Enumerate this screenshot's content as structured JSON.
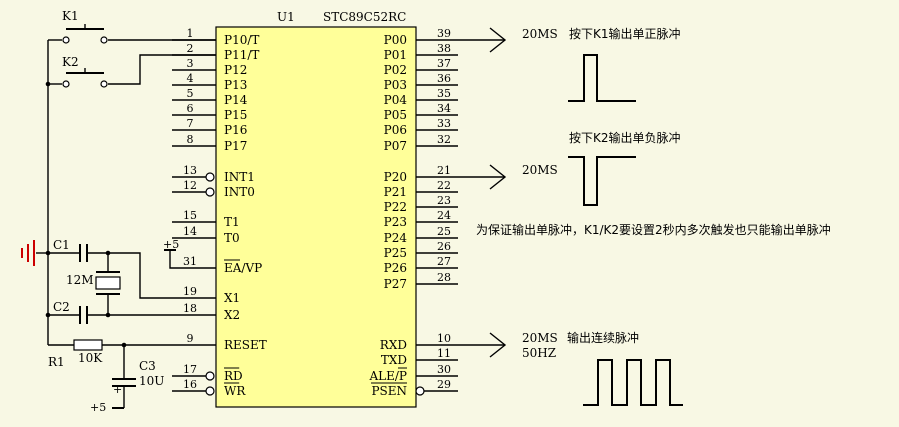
{
  "chip": {
    "ref": "U1",
    "part": "STC89C52RC",
    "left_pins": [
      {
        "num": "1",
        "name": "P10/T"
      },
      {
        "num": "2",
        "name": "P11/T"
      },
      {
        "num": "3",
        "name": "P12"
      },
      {
        "num": "4",
        "name": "P13"
      },
      {
        "num": "5",
        "name": "P14"
      },
      {
        "num": "6",
        "name": "P15"
      },
      {
        "num": "7",
        "name": "P16"
      },
      {
        "num": "8",
        "name": "P17"
      },
      {
        "num": "13",
        "name": "INT1"
      },
      {
        "num": "12",
        "name": "INT0"
      },
      {
        "num": "15",
        "name": "T1"
      },
      {
        "num": "14",
        "name": "T0"
      },
      {
        "num": "31",
        "name": "EA/VP"
      },
      {
        "num": "19",
        "name": "X1"
      },
      {
        "num": "18",
        "name": "X2"
      },
      {
        "num": "9",
        "name": "RESET"
      },
      {
        "num": "17",
        "name": "RD"
      },
      {
        "num": "16",
        "name": "WR"
      }
    ],
    "right_pins": [
      {
        "num": "39",
        "name": "P00"
      },
      {
        "num": "38",
        "name": "P01"
      },
      {
        "num": "37",
        "name": "P02"
      },
      {
        "num": "36",
        "name": "P03"
      },
      {
        "num": "35",
        "name": "P04"
      },
      {
        "num": "34",
        "name": "P05"
      },
      {
        "num": "33",
        "name": "P06"
      },
      {
        "num": "32",
        "name": "P07"
      },
      {
        "num": "21",
        "name": "P20"
      },
      {
        "num": "22",
        "name": "P21"
      },
      {
        "num": "23",
        "name": "P22"
      },
      {
        "num": "24",
        "name": "P23"
      },
      {
        "num": "25",
        "name": "P24"
      },
      {
        "num": "26",
        "name": "P25"
      },
      {
        "num": "27",
        "name": "P26"
      },
      {
        "num": "28",
        "name": "P27"
      },
      {
        "num": "10",
        "name": "RXD"
      },
      {
        "num": "11",
        "name": "TXD"
      },
      {
        "num": "30",
        "name": "ALE/P"
      },
      {
        "num": "29",
        "name": "PSEN"
      }
    ]
  },
  "components": {
    "k1": "K1",
    "k2": "K2",
    "c1": "C1",
    "c2": "C2",
    "crystal": "12M",
    "r1": "R1",
    "r1_value": "10K",
    "c3": "C3",
    "c3_value": "10U",
    "vcc_ea": "+5",
    "vcc_c3": "+5",
    "c3_plus": "+"
  },
  "annotations": {
    "p00_time": "20MS",
    "p00_desc": "按下K1输出单正脉冲",
    "p20_desc": "按下K2输出单负脉冲",
    "p20_time": "20MS",
    "note": "为保证输出单脉冲，K1/K2要设置2秒内多次触发也只能输出单脉冲",
    "rxd_time": "20MS",
    "rxd_freq": "50HZ",
    "rxd_desc": "输出连续脉冲"
  },
  "colors": {
    "background": "#f8f8e4",
    "wire": "#000000",
    "ground": "#cc0000"
  }
}
